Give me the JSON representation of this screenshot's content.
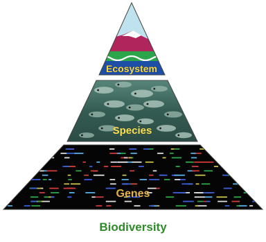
{
  "diagram": {
    "caption": "Biodiversity",
    "tiers": [
      {
        "id": "ecosystem",
        "label": "Ecosystem"
      },
      {
        "id": "species",
        "label": "Species"
      },
      {
        "id": "genes",
        "label": "Genes"
      }
    ]
  },
  "colors": {
    "caption": "#2f8a2a",
    "ecosystem_label": "#ffd83a",
    "species_label": "#f7e05a",
    "genes_label": "#e3b24a",
    "sky": "#bfe3ee",
    "mountain": "#b0265c",
    "snow": "#ffffff",
    "land": "#2aa54a",
    "water": "#1d4fa6",
    "species_bg": "#3f6a5e",
    "genes_bg": "#050505",
    "outline": "#333333"
  }
}
